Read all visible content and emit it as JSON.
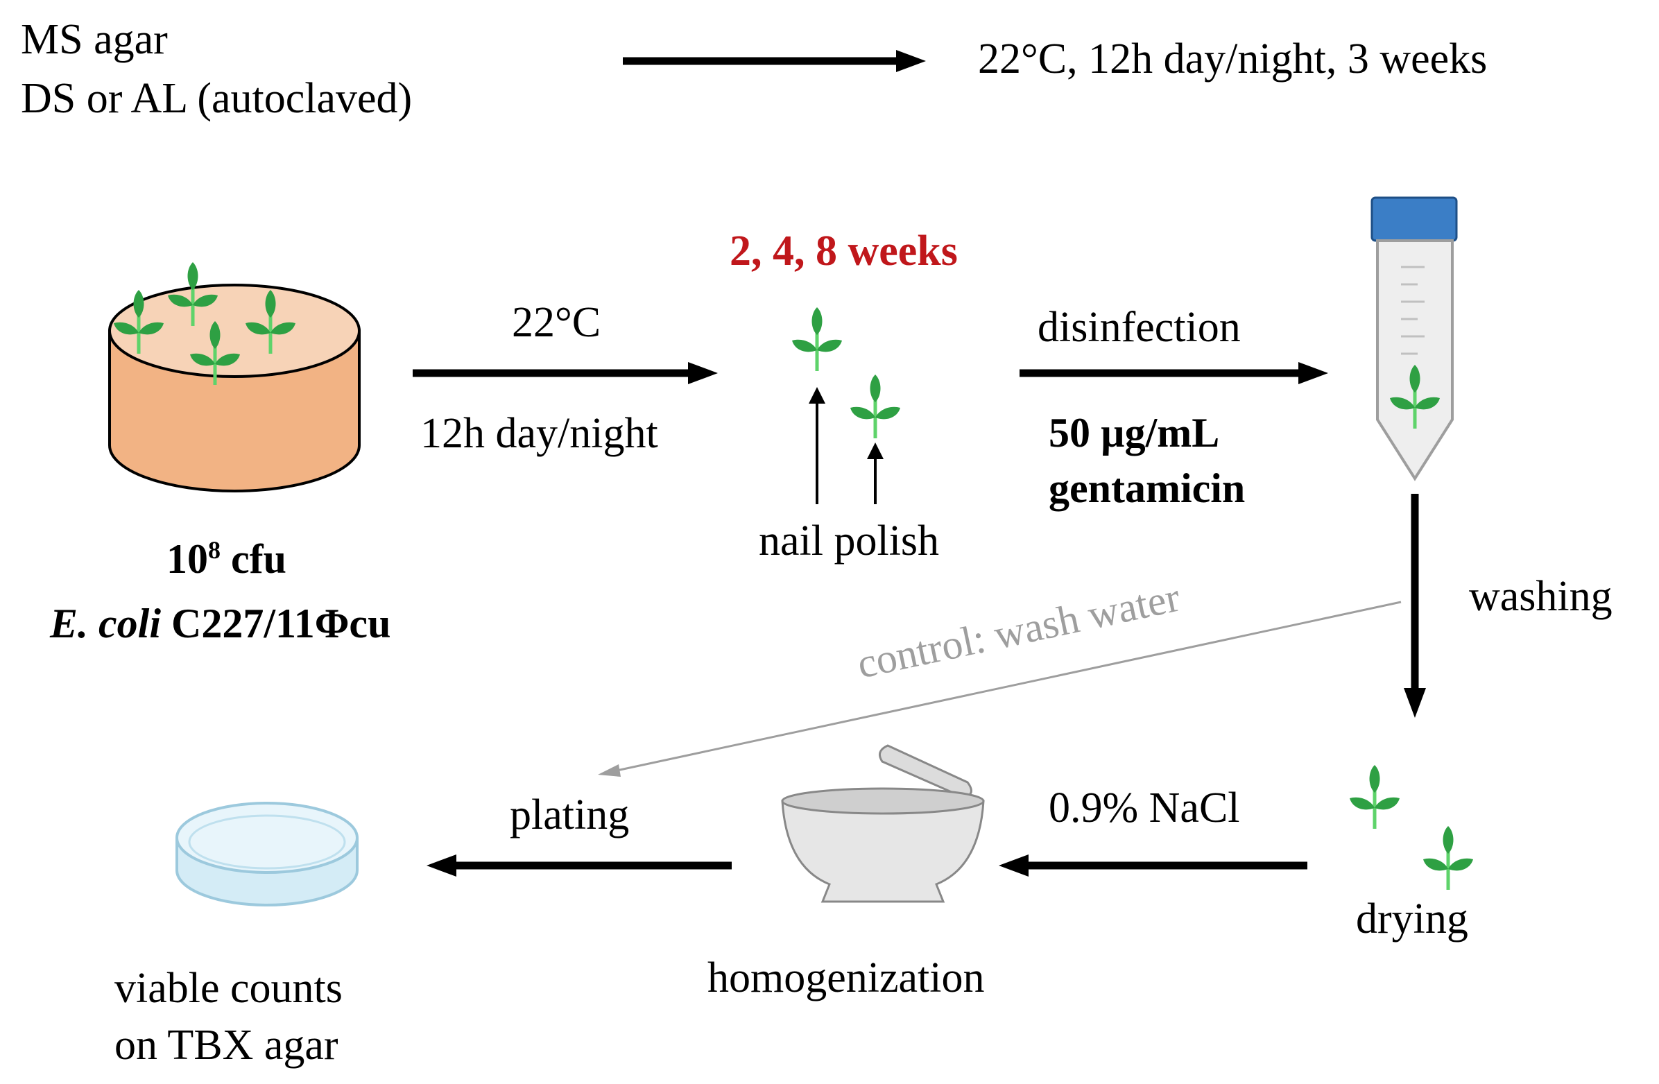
{
  "colors": {
    "accent_red": "#c0171b",
    "arrow": "#000000",
    "control_arrow": "#9e9e9e",
    "leaf": "#2ea043",
    "stem": "#5ed36a",
    "cup_side": "#f2b384",
    "cup_top": "#f7d3b7",
    "tube_cap": "#3b7ec6"
  },
  "header": {
    "line1": "MS agar",
    "line2": "DS or AL (autoclaved)",
    "condition": "22°C, 12h day/night, 3 weeks"
  },
  "inoculum": {
    "dose_base": "10",
    "dose_exp": "8",
    "dose_unit": " cfu",
    "organism_italic": "E. coli",
    "organism_strain": " C227/11Φcu"
  },
  "step1": {
    "top": "22°C",
    "bottom": "12h day/night"
  },
  "timepoints": "2, 4, 8 weeks",
  "marker": "nail polish",
  "step2": {
    "top": "disinfection",
    "bottom_1": "50 µg/mL",
    "bottom_2": "gentamicin"
  },
  "step3": "washing",
  "control": "control: wash water",
  "step4": "drying",
  "step5": "0.9% NaCl",
  "step6": "homogenization",
  "step7": "plating",
  "result": {
    "line1": "viable counts",
    "line2": "on TBX agar"
  },
  "icons": [
    "agar-cup-icon",
    "seedling-icon",
    "falcon-tube-icon",
    "mortar-pestle-icon",
    "petri-dish-icon"
  ]
}
